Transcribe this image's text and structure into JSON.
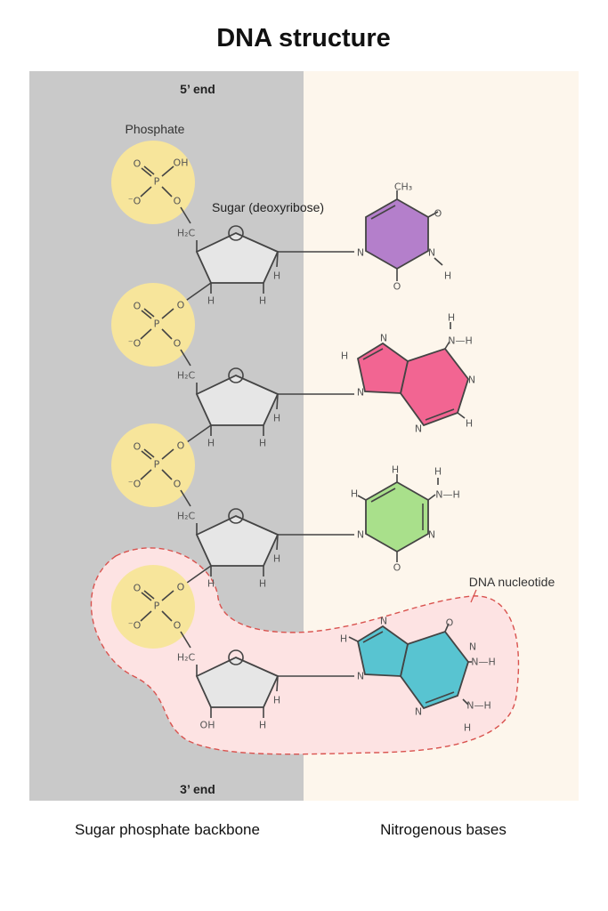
{
  "title": "DNA structure",
  "end_top": "5’ end",
  "end_bottom": "3’ end",
  "phosphate_label": "Phosphate",
  "sugar_label": "Sugar (deoxyribose)",
  "nucleotide_label": "DNA nucleotide",
  "footer": {
    "left": "Sugar phosphate backbone",
    "right": "Nitrogenous bases"
  },
  "colors": {
    "backbone_bg": "#c9c9c9",
    "bases_bg": "#fdf6ec",
    "phosphate": "#f7e59b",
    "sugar": "#e6e6e6",
    "thymine": "#b47fcb",
    "adenine": "#f26592",
    "cytosine": "#a9e08b",
    "guanine": "#58c4d1",
    "nucleotide_fill": "#fde3e3",
    "nucleotide_stroke": "#d9534f"
  },
  "phosphate_atoms": [
    "O",
    "OH",
    "P",
    "⁻O",
    "O"
  ],
  "phosphate_atoms_linked": [
    "O",
    "O",
    "P",
    "⁻O",
    "O"
  ],
  "sugar_atoms": {
    "ch2": "H₂C",
    "h": "H",
    "oh": "OH"
  },
  "bases": [
    {
      "name": "thymine",
      "atoms": [
        "CH₃",
        "O",
        "N",
        "H",
        "O",
        "N"
      ]
    },
    {
      "name": "adenine",
      "atoms": [
        "N",
        "H",
        "N",
        "N",
        "N",
        "H",
        "N—H",
        "H"
      ]
    },
    {
      "name": "cytosine",
      "atoms": [
        "H",
        "H",
        "N—H",
        "H",
        "N",
        "N",
        "O"
      ]
    },
    {
      "name": "guanine",
      "atoms": [
        "N",
        "H",
        "N",
        "N",
        "N",
        "O",
        "N—H",
        "N—H",
        "H"
      ]
    }
  ]
}
